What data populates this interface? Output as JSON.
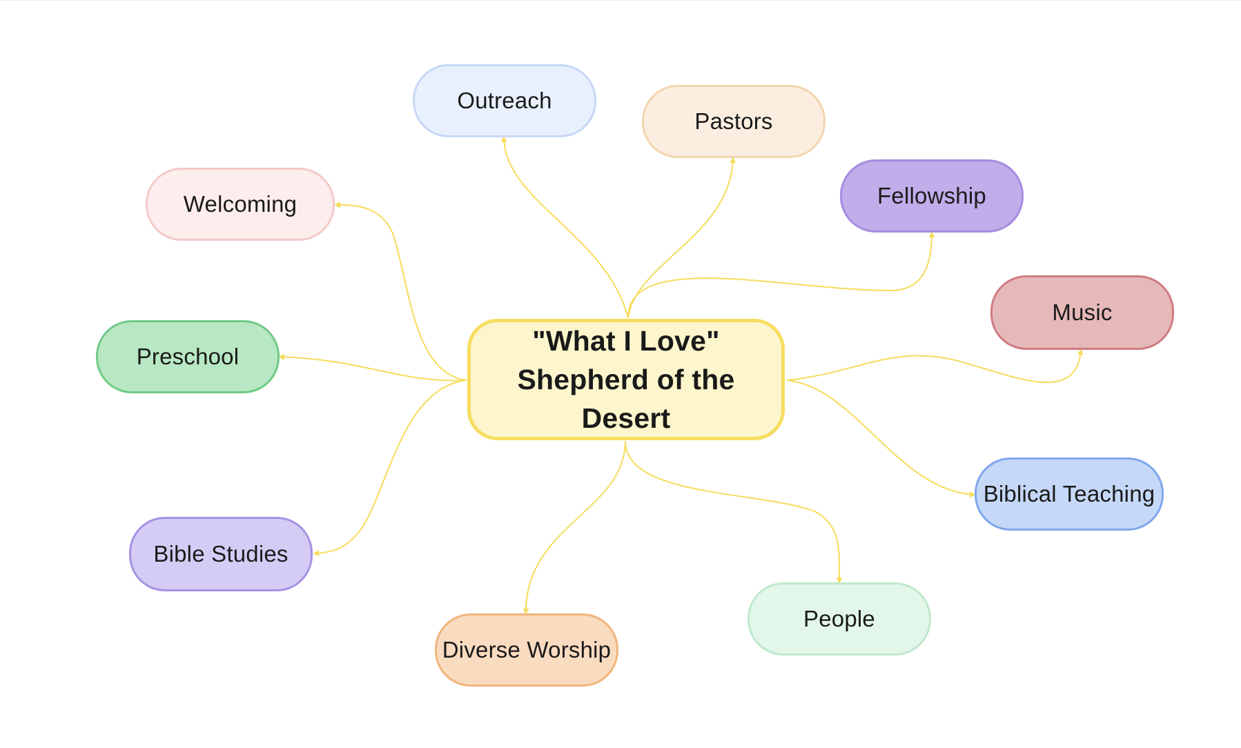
{
  "diagram": {
    "center": {
      "line1": "\"What I Love\"",
      "line2": "Shepherd of the Desert",
      "fill": "#fdf6cc",
      "border": "#f7dd60"
    },
    "edge_color": "#f5dc5c",
    "nodes": [
      {
        "id": "outreach",
        "label": "Outreach",
        "fill": "#e8f0fd",
        "border": "#c6d8f7"
      },
      {
        "id": "pastors",
        "label": "Pastors",
        "fill": "#fbeee0",
        "border": "#f3d5b0"
      },
      {
        "id": "fellowship",
        "label": "Fellowship",
        "fill": "#c0adea",
        "border": "#a78be0"
      },
      {
        "id": "music",
        "label": "Music",
        "fill": "#e6b9b9",
        "border": "#cf7b80"
      },
      {
        "id": "biblical-teaching",
        "label": "Biblical Teaching",
        "fill": "#c5d8f7",
        "border": "#7fa6ec"
      },
      {
        "id": "people",
        "label": "People",
        "fill": "#e3f6ea",
        "border": "#bfe9cc"
      },
      {
        "id": "diverse-worship",
        "label": "Diverse Worship",
        "fill": "#f9dbc0",
        "border": "#f1b47c"
      },
      {
        "id": "bible-studies",
        "label": "Bible Studies",
        "fill": "#d4ccf5",
        "border": "#a592e3"
      },
      {
        "id": "preschool",
        "label": "Preschool",
        "fill": "#b8e8c3",
        "border": "#72c986"
      },
      {
        "id": "welcoming",
        "label": "Welcoming",
        "fill": "#fdeeed",
        "border": "#f5c9c9"
      }
    ]
  }
}
